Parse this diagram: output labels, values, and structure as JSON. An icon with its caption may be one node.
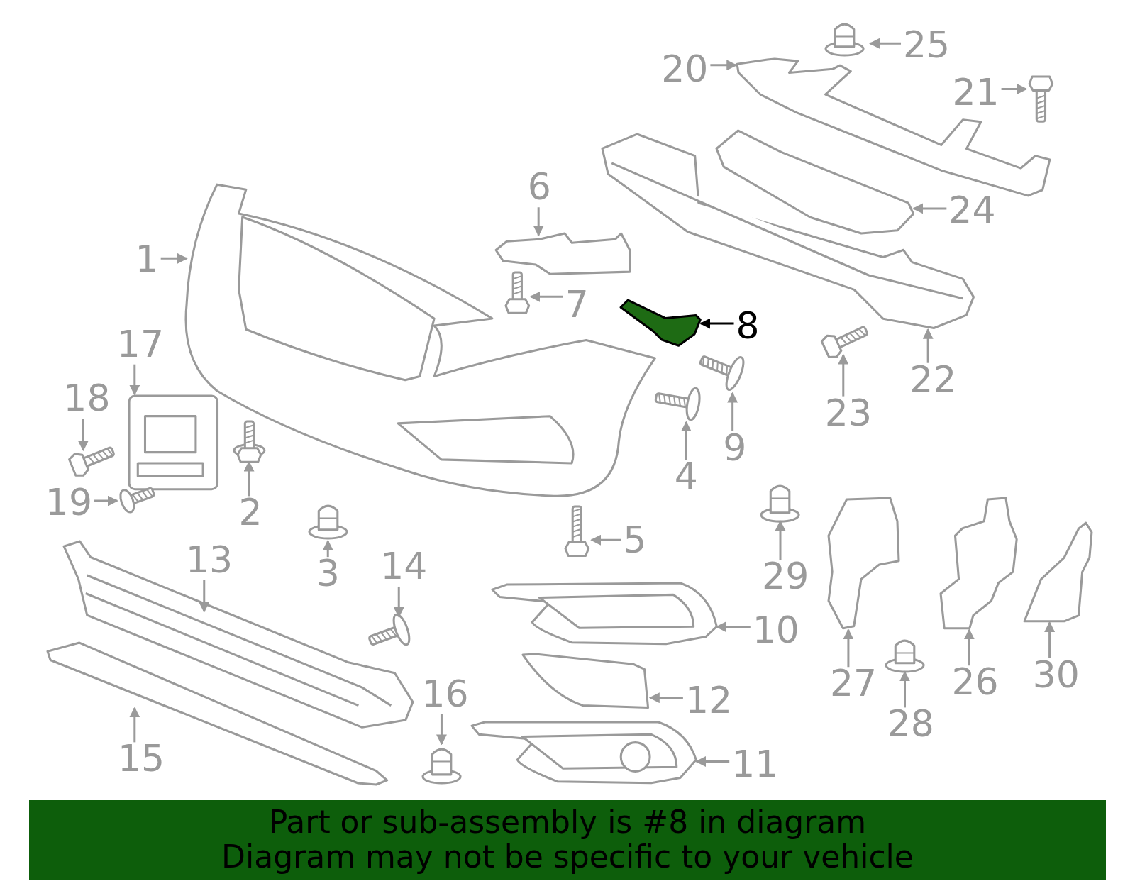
{
  "diagram": {
    "nodes": [
      {
        "text": [
          "1"
        ]
      },
      {
        "text": [],
        "shape": "picture"
      },
      {
        "text": [
          "2"
        ]
      },
      {
        "text": [],
        "shape": "picture"
      },
      {
        "text": [
          "3"
        ]
      },
      {
        "text": [],
        "shape": "picture"
      },
      {
        "text": [
          "4"
        ]
      },
      {
        "text": [],
        "shape": "picture"
      },
      {
        "text": [
          "5"
        ]
      },
      {
        "text": [],
        "shape": "picture"
      },
      {
        "text": [
          "6"
        ]
      },
      {
        "text": [],
        "shape": "picture"
      },
      {
        "text": [
          "7"
        ]
      },
      {
        "text": [],
        "shape": "picture"
      },
      {
        "text": [
          "8"
        ]
      },
      {
        "text": [],
        "shape": "picture"
      },
      {
        "text": [
          "9"
        ]
      },
      {
        "text": [],
        "shape": "picture"
      },
      {
        "text": [
          "10"
        ]
      },
      {
        "text": [],
        "shape": "picture"
      },
      {
        "text": [
          "11"
        ]
      },
      {
        "text": [],
        "shape": "picture"
      },
      {
        "text": [
          "12"
        ]
      },
      {
        "text": [],
        "shape": "picture"
      },
      {
        "text": [
          "13"
        ]
      },
      {
        "text": [],
        "shape": "picture"
      },
      {
        "text": [
          "14"
        ]
      },
      {
        "text": [],
        "shape": "picture"
      },
      {
        "text": [
          "15"
        ]
      },
      {
        "text": [],
        "shape": "picture"
      },
      {
        "text": [
          "16"
        ]
      },
      {
        "text": [],
        "shape": "picture"
      },
      {
        "text": [
          "17"
        ]
      },
      {
        "text": [],
        "shape": "picture"
      },
      {
        "text": [
          "18"
        ]
      },
      {
        "text": [],
        "shape": "picture"
      },
      {
        "text": [
          "19"
        ]
      },
      {
        "text": [],
        "shape": "picture"
      },
      {
        "text": [
          "20"
        ]
      },
      {
        "text": [],
        "shape": "picture"
      },
      {
        "text": [
          "21"
        ]
      },
      {
        "text": [],
        "shape": "picture"
      },
      {
        "text": [
          "22"
        ]
      },
      {
        "text": [],
        "shape": "picture"
      },
      {
        "text": [
          "23"
        ]
      },
      {
        "text": [],
        "shape": "picture"
      },
      {
        "text": [
          "24"
        ]
      },
      {
        "text": [],
        "shape": "picture"
      },
      {
        "text": [
          "25"
        ]
      },
      {
        "text": [],
        "shape": "picture"
      },
      {
        "text": [
          "26"
        ]
      },
      {
        "text": [],
        "shape": "picture"
      },
      {
        "text": [
          "27"
        ]
      },
      {
        "text": [],
        "shape": "picture"
      },
      {
        "text": [
          "28"
        ]
      },
      {
        "text": [],
        "shape": "picture"
      },
      {
        "text": [
          "29"
        ]
      },
      {
        "text": [],
        "shape": "picture"
      },
      {
        "text": [
          "30"
        ]
      },
      {
        "text": [],
        "shape": "picture"
      }
    ],
    "edges": [
      {
        "from": 0,
        "to": 1,
        "arrow": "to"
      },
      {
        "from": 2,
        "to": 3,
        "arrow": "to"
      },
      {
        "from": 4,
        "to": 5,
        "arrow": "to"
      },
      {
        "from": 6,
        "to": 7,
        "arrow": "to"
      },
      {
        "from": 8,
        "to": 9,
        "arrow": "to"
      },
      {
        "from": 10,
        "to": 11,
        "arrow": "to"
      },
      {
        "from": 12,
        "to": 13,
        "arrow": "to"
      },
      {
        "from": 14,
        "to": 15,
        "arrow": "to",
        "color": "#000000"
      },
      {
        "from": 16,
        "to": 17,
        "arrow": "to"
      },
      {
        "from": 18,
        "to": 19,
        "arrow": "to"
      },
      {
        "from": 20,
        "to": 21,
        "arrow": "to"
      },
      {
        "from": 22,
        "to": 23,
        "arrow": "to"
      },
      {
        "from": 24,
        "to": 25,
        "arrow": "to"
      },
      {
        "from": 26,
        "to": 27,
        "arrow": "to"
      },
      {
        "from": 28,
        "to": 29,
        "arrow": "to"
      },
      {
        "from": 30,
        "to": 31,
        "arrow": "to"
      },
      {
        "from": 32,
        "to": 33,
        "arrow": "to"
      },
      {
        "from": 34,
        "to": 35,
        "arrow": "to"
      },
      {
        "from": 36,
        "to": 37,
        "arrow": "to"
      },
      {
        "from": 38,
        "to": 39,
        "arrow": "to"
      },
      {
        "from": 40,
        "to": 41,
        "arrow": "to"
      },
      {
        "from": 42,
        "to": 43,
        "arrow": "to"
      },
      {
        "from": 44,
        "to": 45,
        "arrow": "to"
      },
      {
        "from": 46,
        "to": 47,
        "arrow": "to"
      },
      {
        "from": 48,
        "to": 49,
        "arrow": "to"
      },
      {
        "from": 50,
        "to": 51,
        "arrow": "to"
      },
      {
        "from": 52,
        "to": 53,
        "arrow": "to"
      },
      {
        "from": 54,
        "to": 55,
        "arrow": "to"
      },
      {
        "from": 56,
        "to": 57,
        "arrow": "to"
      },
      {
        "from": 58,
        "to": 59,
        "arrow": "to"
      }
    ],
    "labels": [
      "Part or sub-assembly is #8 in diagram",
      "Diagram may not be specific to your vehicle"
    ]
  }
}
